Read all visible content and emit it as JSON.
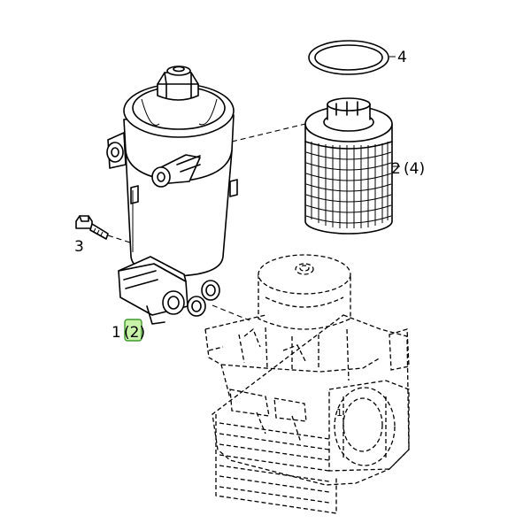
{
  "diagram": {
    "callouts": {
      "part_4": "4",
      "part_2": "2",
      "part_2_qty": "(4)",
      "part_3": "3",
      "part_1": "1",
      "part_1_qty": "(2)",
      "engine_marker": "1"
    },
    "highlight_color": "#c8f2a8"
  }
}
